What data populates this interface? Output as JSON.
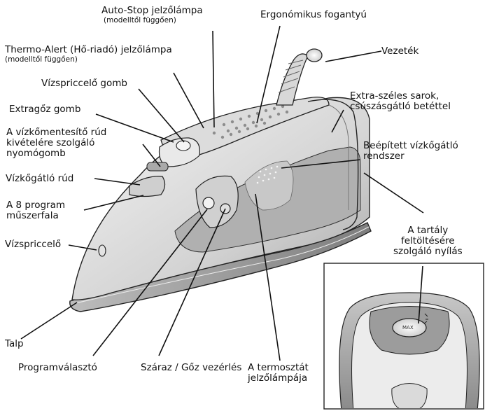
{
  "labels": {
    "auto_stop": "Auto-Stop jelzőlámpa",
    "auto_stop_sub": "(modelltől függően)",
    "thermo_alert": "Thermo-Alert (Hő-riadó) jelzőlámpa",
    "thermo_alert_sub": "(modelltől függően)",
    "ergonomic_handle": "Ergonómikus fogantyú",
    "cord": "Vezeték",
    "spray_button": "Vízspriccelő gomb",
    "extra_steam_button": "Extragőz gomb",
    "heel": "Extra-széles sarok,\ncsúszásgátló betéttel",
    "release_button": "A vízkőmentesítő rúd\nkivételére szolgáló\nnyomógomb",
    "builtin_anticalc": "Beépített vízkőgátló\nrendszer",
    "anticalc_rod": "Vízkőgátló rúd",
    "program_panel": "A 8 program\nműszerfala",
    "fill_opening": "A tartály\nfeltöltésére\nszolgáló nyílás",
    "sprayer": "Vízspriccelő",
    "soleplate": "Talp",
    "program_selector": "Programválasztó",
    "dry_steam_control": "Száraz / Gőz vezérlés",
    "thermostat_light": "A termosztát\njelzőlámpája"
  },
  "inset": {
    "max_mark": "MAX"
  },
  "colors": {
    "line": "#111111",
    "body_dark": "#9a9a9a",
    "body_mid": "#bdbdbd",
    "body_light": "#e6e6e6"
  }
}
